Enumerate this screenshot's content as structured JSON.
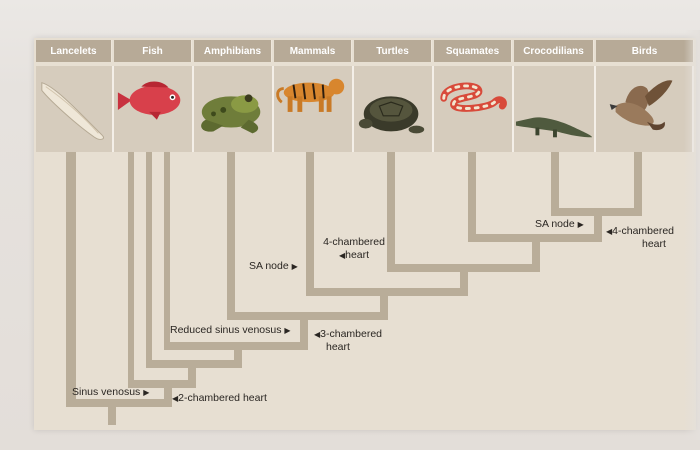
{
  "headers": [
    "Lancelets",
    "Fish",
    "Amphibians",
    "Mammals",
    "Turtles",
    "Squamates",
    "Crocodilians",
    "Birds"
  ],
  "animals": [
    "lancelet-illustration",
    "fish-illustration",
    "frog-illustration",
    "tiger-illustration",
    "turtle-illustration",
    "snake-illustration",
    "crocodile-illustration",
    "bird-illustration"
  ],
  "annotations": {
    "sinus_venosus": "Sinus venosus",
    "two_chambered": "2-chambered heart",
    "reduced_sinus": "Reduced sinus venosus",
    "three_chambered_1": "3-chambered",
    "three_chambered_2": "heart",
    "sa_node_mammals": "SA node",
    "four_chambered_mammals_1": "4-chambered",
    "four_chambered_mammals_2": "heart",
    "sa_node_birds": "SA node",
    "four_chambered_birds_1": "4-chambered",
    "four_chambered_birds_2": "heart"
  },
  "colors": {
    "header_bg": "#b7aa97",
    "cell_bg": "#d6ccbd",
    "tree_line": "#b9ad99",
    "panel_bg": "#e7dfd2"
  }
}
